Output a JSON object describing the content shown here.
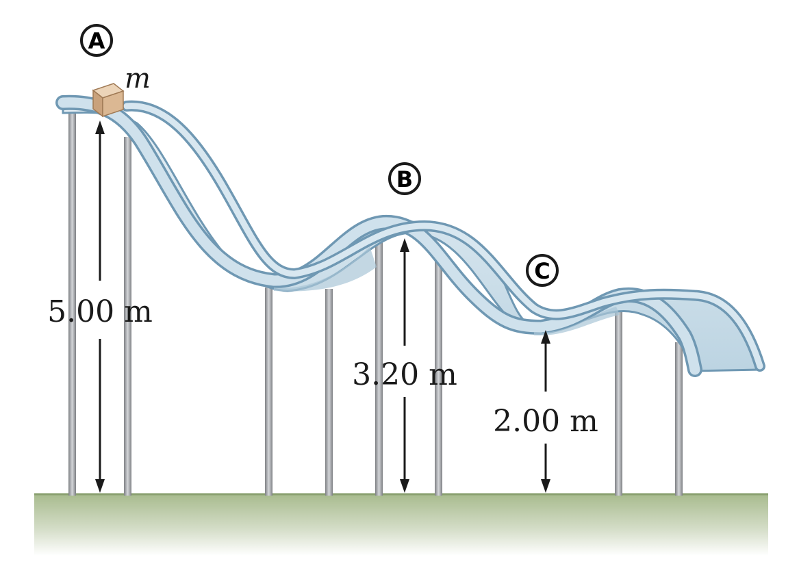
{
  "points": {
    "a": {
      "label": "A"
    },
    "b": {
      "label": "B"
    },
    "c": {
      "label": "C"
    }
  },
  "block": {
    "label": "m"
  },
  "heights": {
    "a": "5.00 m",
    "b": "3.20 m",
    "c": "2.00 m"
  },
  "colors": {
    "track_fill": "#d6e6ef",
    "track_inner": "#b9d2e0",
    "track_edge": "#6f98b3",
    "pole": "#9a9ca0",
    "ground_top": "#9bb07f",
    "block": "#d9b896"
  }
}
